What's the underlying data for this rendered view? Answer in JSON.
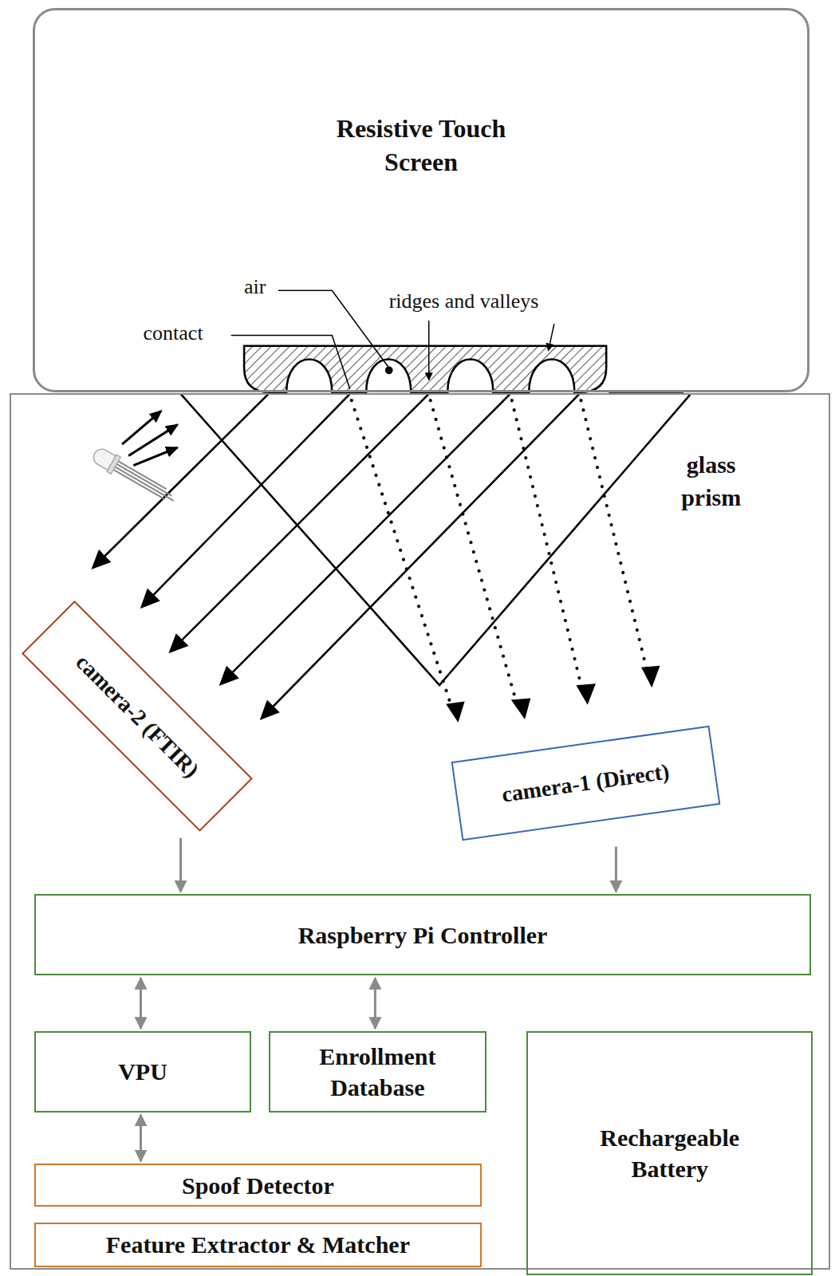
{
  "diagram": {
    "nodes": [
      {
        "text": [
          "Resistive Touch Screen"
        ]
      },
      {
        "text": [
          "glass prism"
        ]
      },
      {
        "text": [
          "camera-2 (FTIR)"
        ],
        "in": 1
      },
      {
        "text": [
          "camera-1 (Direct)"
        ],
        "in": 1
      },
      {
        "text": [
          "Raspberry Pi Controller"
        ],
        "in": 1
      },
      {
        "text": [
          "VPU"
        ],
        "in": 1
      },
      {
        "text": [
          "Enrollment Database"
        ],
        "in": 1
      },
      {
        "text": [
          "Rechargeable Battery"
        ],
        "in": 1
      },
      {
        "text": [
          "Spoof Detector"
        ],
        "in": 1
      },
      {
        "text": [
          "Feature Extractor & Matcher"
        ],
        "in": 1
      }
    ],
    "edges": [
      {
        "from": 2,
        "to": 4,
        "arrow": "to"
      },
      {
        "from": 3,
        "to": 4,
        "arrow": "to"
      },
      {
        "from": 4,
        "to": 5,
        "arrow": "both"
      },
      {
        "from": 4,
        "to": 6,
        "arrow": "both"
      },
      {
        "from": 5,
        "to": 8,
        "arrow": "both"
      }
    ],
    "labels": [
      "air",
      "contact",
      "ridges and valleys"
    ]
  }
}
